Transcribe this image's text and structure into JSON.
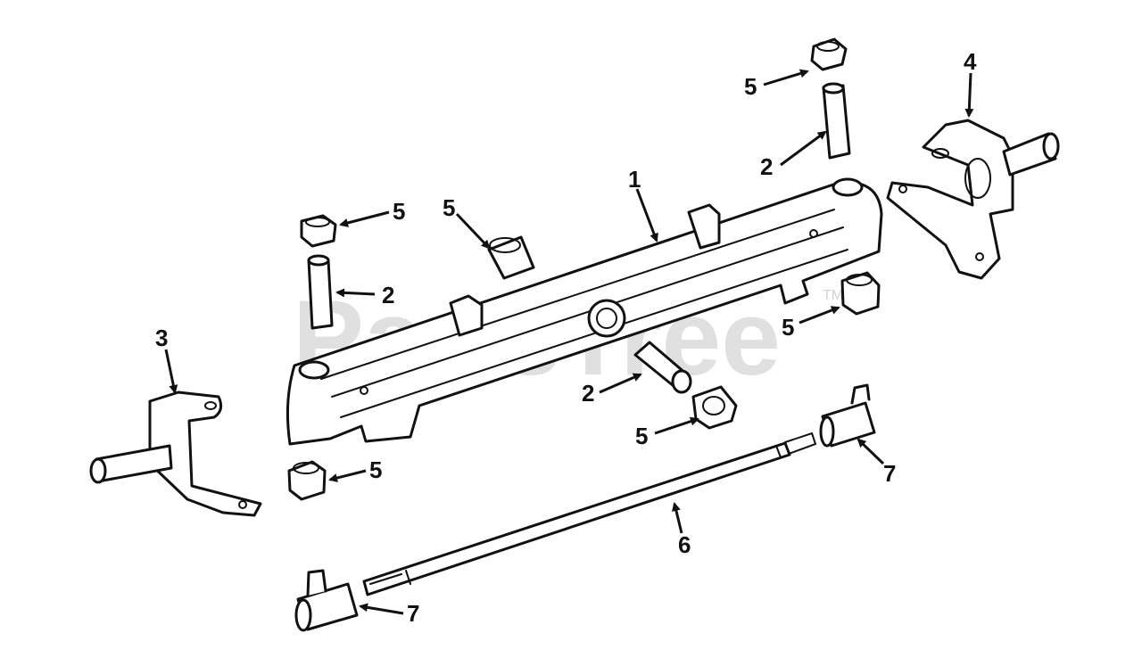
{
  "watermark": {
    "text": "PartsTree",
    "mark": "TM"
  },
  "callouts": {
    "axle": "1",
    "bushing_a": "2",
    "bushing_b": "2",
    "bushing_c": "2",
    "spindle_left": "3",
    "spindle_right": "4",
    "nut_a": "5",
    "nut_b": "5",
    "nut_c": "5",
    "nut_d": "5",
    "nut_e": "5",
    "nut_f": "5",
    "tie_rod": "6",
    "rod_end_right": "7",
    "rod_end_left": "7"
  }
}
